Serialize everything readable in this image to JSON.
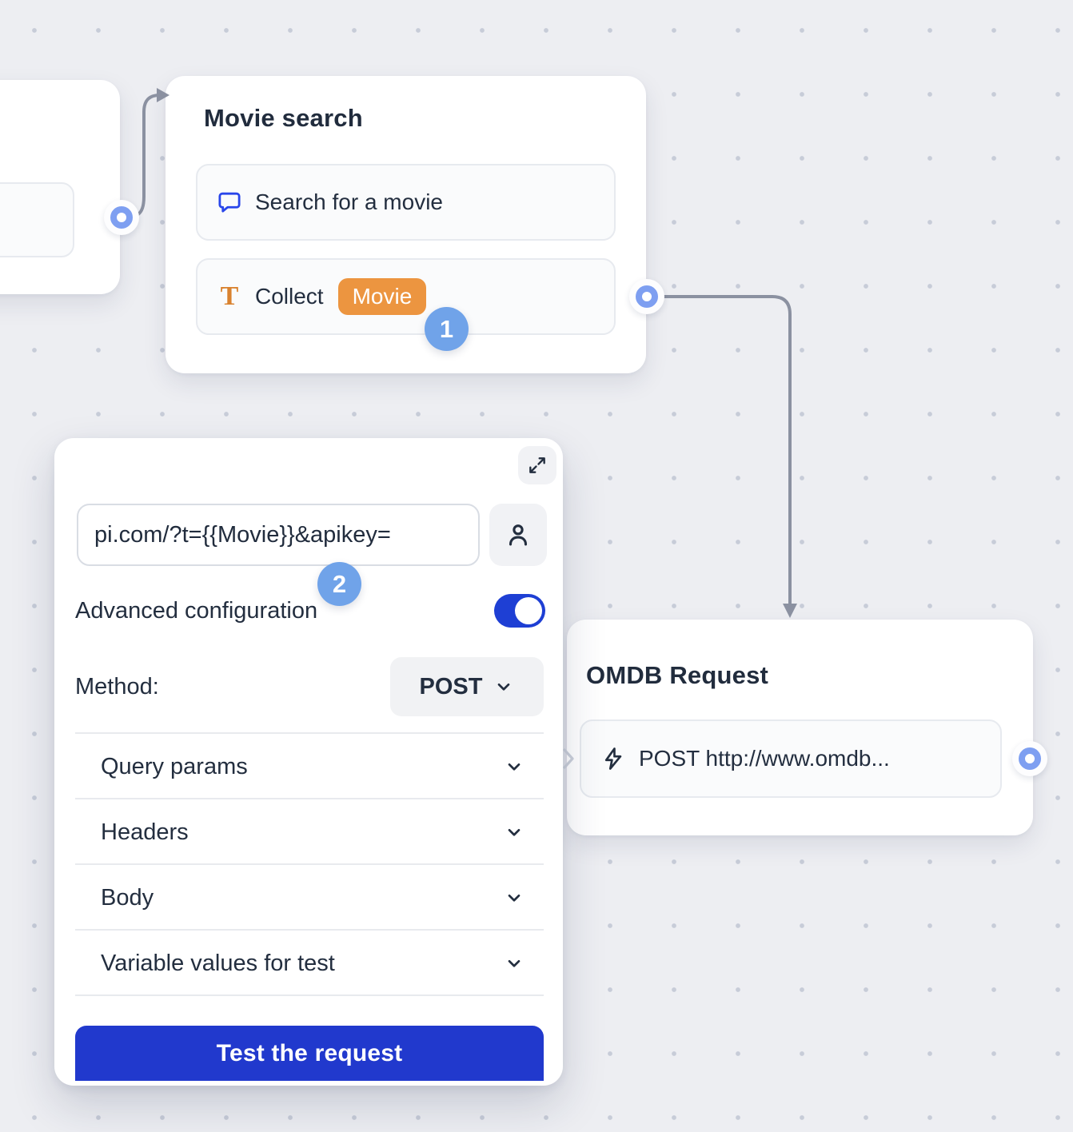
{
  "canvas": {
    "background": "#EDEEF2",
    "dot_color": "#C7CCD8",
    "connector_color": "#8B91A1"
  },
  "colors": {
    "accent_blue": "#2139CD",
    "toggle_blue": "#1E3FD4",
    "port_blue": "#7E9FF1",
    "variable_chip_orange": "#EC9540",
    "step_badge_blue": "#70A3E9",
    "text_dark": "#212C3D"
  },
  "badges": {
    "step_1": "1",
    "step_2": "2"
  },
  "movie_search": {
    "title": "Movie search",
    "items": [
      {
        "icon": "chat-bubble-icon",
        "label": "Search for a movie"
      },
      {
        "icon": "text-input-icon",
        "label": "Collect",
        "variable_chip": "Movie"
      }
    ]
  },
  "omdb_request": {
    "title": "OMDB Request",
    "items": [
      {
        "icon": "lightning-icon",
        "label": "POST http://www.omdb..."
      }
    ]
  },
  "request_editor": {
    "url_value": "pi.com/?t={{Movie}}&apikey=",
    "advanced_label": "Advanced configuration",
    "advanced_enabled": true,
    "method_label": "Method:",
    "method_value": "POST",
    "sections": [
      {
        "label": "Query params"
      },
      {
        "label": "Headers"
      },
      {
        "label": "Body"
      },
      {
        "label": "Variable values for test"
      }
    ],
    "test_button_label": "Test the request"
  }
}
